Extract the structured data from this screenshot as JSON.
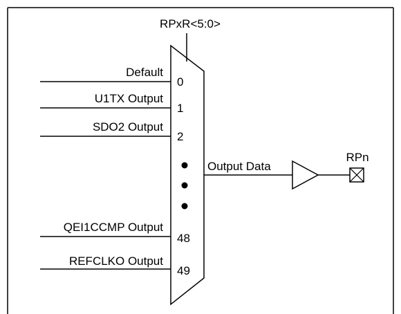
{
  "select_signal": "RPxR<5:0>",
  "inputs": [
    {
      "label": "Default",
      "index": "0"
    },
    {
      "label": "U1TX Output",
      "index": "1"
    },
    {
      "label": "SDO2 Output",
      "index": "2"
    },
    {
      "label": "QEI1CCMP Output",
      "index": "48"
    },
    {
      "label": "REFCLKO Output",
      "index": "49"
    }
  ],
  "output_label": "Output Data",
  "pin_label": "RPn"
}
